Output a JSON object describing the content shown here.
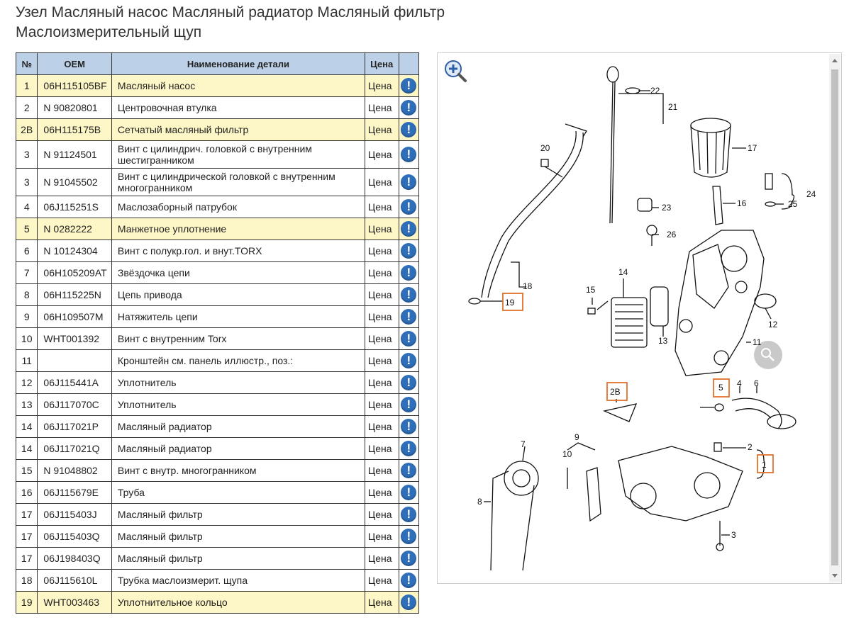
{
  "page": {
    "title": "Узел Масляный насос Масляный радиатор Масляный фильтр Маслоизмерительный щуп"
  },
  "table": {
    "headers": {
      "num": "№",
      "oem": "OEM",
      "name": "Наименование детали",
      "price": "Цена"
    },
    "rows": [
      {
        "num": "1",
        "oem": "06H115105BF",
        "name": "Масляный насос",
        "price": "Цена",
        "highlight": true
      },
      {
        "num": "2",
        "oem": "N 90820801",
        "name": "Центровочная втулка",
        "price": "Цена",
        "highlight": false
      },
      {
        "num": "2B",
        "oem": "06H115175B",
        "name": "Сетчатый масляный фильтр",
        "price": "Цена",
        "highlight": true
      },
      {
        "num": "3",
        "oem": "N 91124501",
        "name": "Винт с цилиндрич. головкой с внутренним шестигранником",
        "price": "Цена",
        "highlight": false
      },
      {
        "num": "3",
        "oem": "N 91045502",
        "name": "Винт с цилиндрической головкой с внутренним многогранником",
        "price": "Цена",
        "highlight": false
      },
      {
        "num": "4",
        "oem": "06J115251S",
        "name": "Маслозаборный патрубок",
        "price": "Цена",
        "highlight": false
      },
      {
        "num": "5",
        "oem": "N 0282222",
        "name": "Манжетное уплотнение",
        "price": "Цена",
        "highlight": true
      },
      {
        "num": "6",
        "oem": "N 10124304",
        "name": "Винт с полукр.гол. и внут.TORX",
        "price": "Цена",
        "highlight": false
      },
      {
        "num": "7",
        "oem": "06H105209AT",
        "name": "Звёздочка цепи",
        "price": "Цена",
        "highlight": false
      },
      {
        "num": "8",
        "oem": "06H115225N",
        "name": "Цепь привода",
        "price": "Цена",
        "highlight": false
      },
      {
        "num": "9",
        "oem": "06H109507M",
        "name": "Натяжитель цепи",
        "price": "Цена",
        "highlight": false
      },
      {
        "num": "10",
        "oem": "WHT001392",
        "name": "Винт с внутренним Torx",
        "price": "Цена",
        "highlight": false
      },
      {
        "num": "11",
        "oem": "",
        "name": "Кронштейн см. панель иллюстр., поз.:",
        "price": "Цена",
        "highlight": false
      },
      {
        "num": "12",
        "oem": "06J115441A",
        "name": "Уплотнитель",
        "price": "Цена",
        "highlight": false
      },
      {
        "num": "13",
        "oem": "06J117070C",
        "name": "Уплотнитель",
        "price": "Цена",
        "highlight": false
      },
      {
        "num": "14",
        "oem": "06J117021P",
        "name": "Масляный радиатор",
        "price": "Цена",
        "highlight": false
      },
      {
        "num": "14",
        "oem": "06J117021Q",
        "name": "Масляный радиатор",
        "price": "Цена",
        "highlight": false
      },
      {
        "num": "15",
        "oem": "N 91048802",
        "name": "Винт с внутр. многогранником",
        "price": "Цена",
        "highlight": false
      },
      {
        "num": "16",
        "oem": "06J115679E",
        "name": "Труба",
        "price": "Цена",
        "highlight": false
      },
      {
        "num": "17",
        "oem": "06J115403J",
        "name": "Масляный фильтр",
        "price": "Цена",
        "highlight": false
      },
      {
        "num": "17",
        "oem": "06J115403Q",
        "name": "Масляный фильтр",
        "price": "Цена",
        "highlight": false
      },
      {
        "num": "17",
        "oem": "06J198403Q",
        "name": "Масляный фильтр",
        "price": "Цена",
        "highlight": false
      },
      {
        "num": "18",
        "oem": "06J115610L",
        "name": "Трубка маслоизмерит. щупа",
        "price": "Цена",
        "highlight": false
      },
      {
        "num": "19",
        "oem": "WHT003463",
        "name": "Уплотнительное кольцо",
        "price": "Цена",
        "highlight": true
      }
    ]
  },
  "diagram": {
    "labels": [
      "1",
      "2",
      "2B",
      "3",
      "4",
      "5",
      "6",
      "7",
      "8",
      "9",
      "10",
      "11",
      "12",
      "13",
      "14",
      "15",
      "16",
      "17",
      "18",
      "19",
      "20",
      "21",
      "22",
      "23",
      "24",
      "25",
      "26"
    ],
    "highlighted_labels": [
      "1",
      "2B",
      "5",
      "19"
    ],
    "zoom_in_icon": "magnifier-plus-icon",
    "zoom_overlay_icon": "magnifier-icon"
  },
  "colors": {
    "header_bg": "#bcd0e8",
    "highlight_row": "#fdf6c6",
    "info_icon": "#2f6fba",
    "callout_box": "#e0712b"
  }
}
